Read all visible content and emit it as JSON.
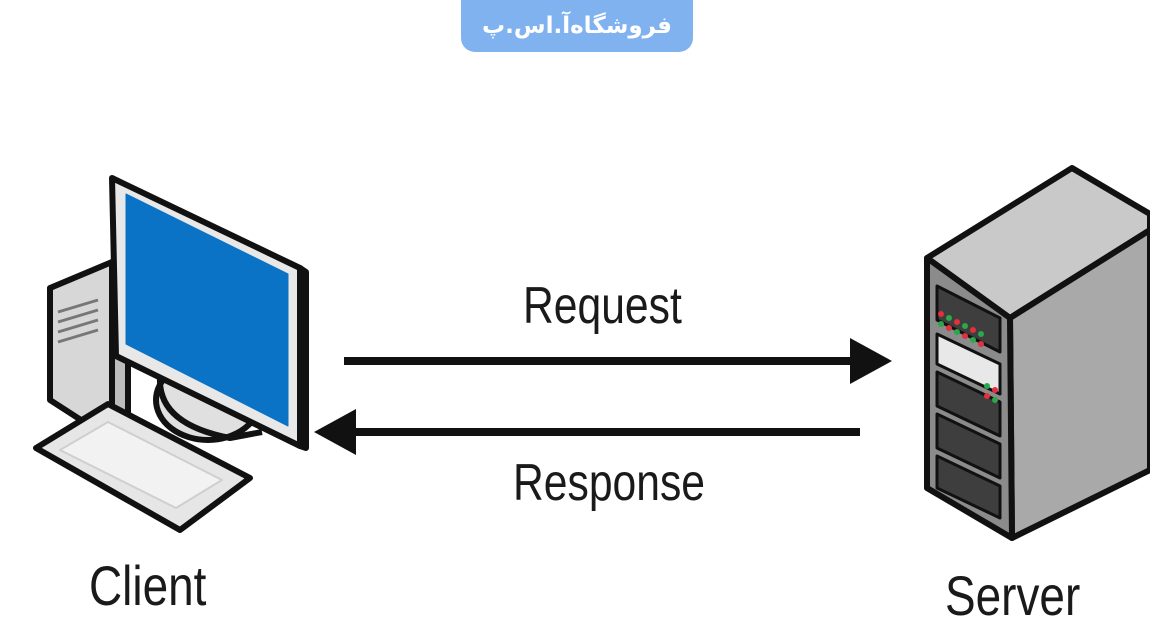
{
  "watermark": {
    "text": "فروشگاه‌آ.اس.پ"
  },
  "diagram": {
    "request_label": "Request",
    "response_label": "Response",
    "client_label": "Client",
    "server_label": "Server"
  },
  "colors": {
    "screen": "#0b73c6",
    "watermark_bg": "#7fb2ee",
    "outline": "#111111",
    "server_front": "#8b8b8b",
    "server_side": "#a9a9a9",
    "led_green": "#2aa84a",
    "led_red": "#e0313c"
  },
  "icons": {
    "client": "desktop-computer-icon",
    "server": "tower-server-icon"
  }
}
